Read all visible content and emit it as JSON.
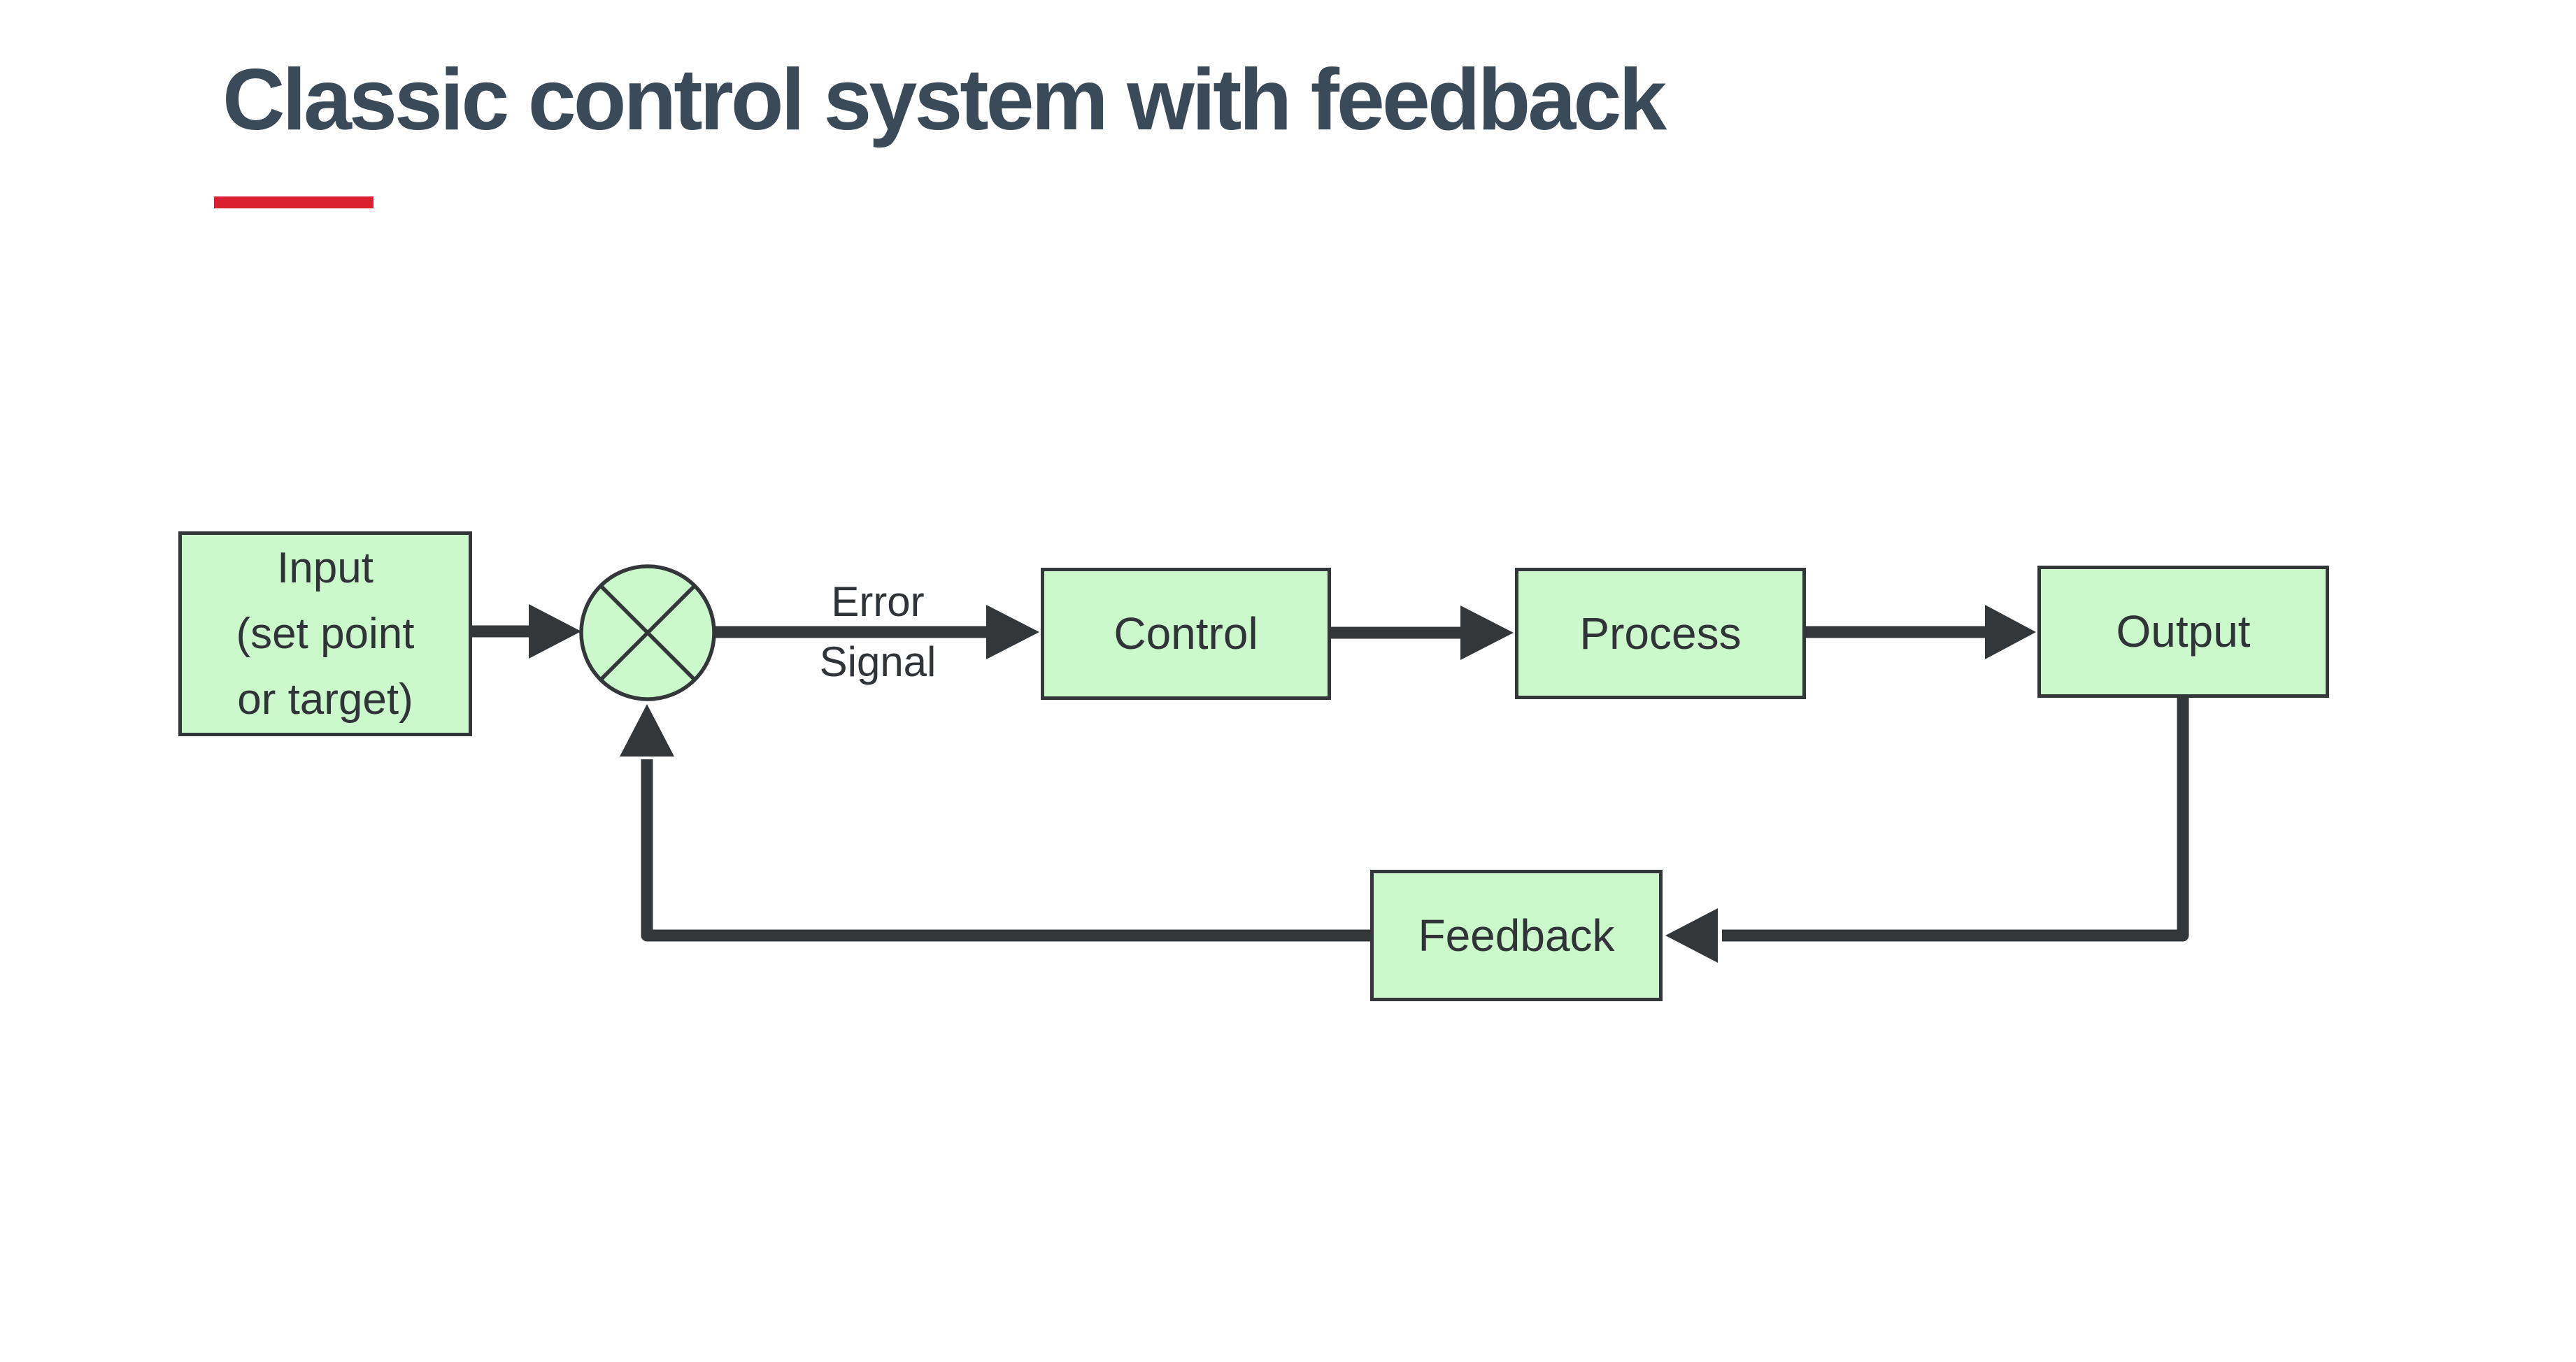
{
  "slide": {
    "title": "Classic control system with feedback"
  },
  "colors": {
    "title_text": "#3b4a59",
    "accent_red": "#dc1f30",
    "node_fill": "#ccf9cc",
    "node_border": "#33373a",
    "connector": "#33373a",
    "label_text": "#303438",
    "background": "#ffffff"
  },
  "diagram": {
    "nodes": {
      "input": {
        "lines": [
          "Input",
          "(set point",
          "or target)"
        ]
      },
      "summing_junction": {
        "symbol": "multiply-cross-circle"
      },
      "control": {
        "label": "Control"
      },
      "process": {
        "label": "Process"
      },
      "output": {
        "label": "Output"
      },
      "feedback": {
        "label": "Feedback"
      }
    },
    "edge_labels": {
      "error_signal": {
        "lines": [
          "Error",
          "Signal"
        ]
      }
    }
  }
}
